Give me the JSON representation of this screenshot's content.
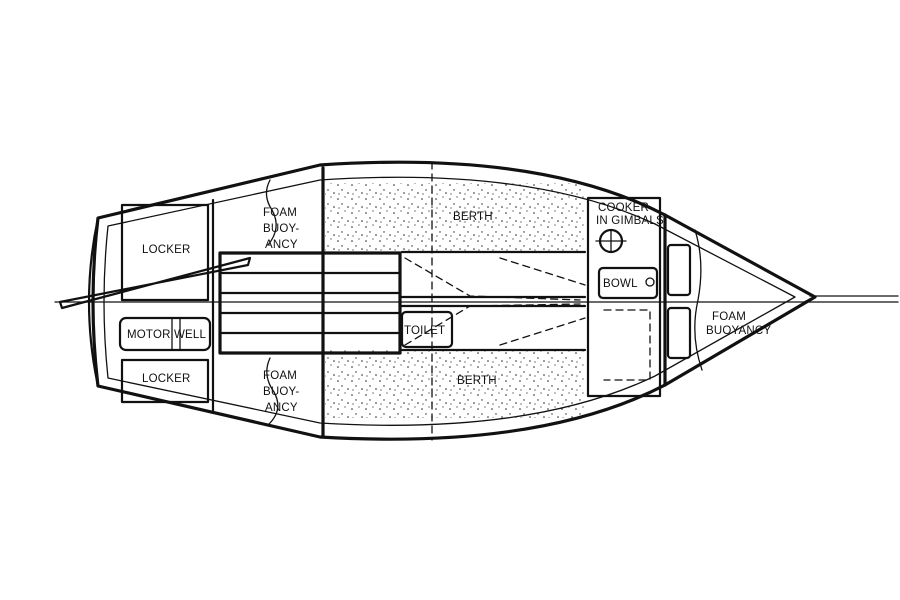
{
  "diagram": {
    "labels": {
      "locker_top": "LOCKER",
      "locker_bottom": "LOCKER",
      "motor_well": "MOTOR WELL",
      "foam_top_1": "FOAM",
      "foam_top_2": "BUOY-",
      "foam_top_3": "ANCY",
      "foam_bot_1": "FOAM",
      "foam_bot_2": "BUOY-",
      "foam_bot_3": "ANCY",
      "berth_top": "BERTH",
      "berth_bottom": "BERTH",
      "toilet": "TOILET",
      "cooker_1": "COOKER",
      "cooker_2": "IN GIMBALS",
      "bowl": "BOWL",
      "foam_bow_1": "FOAM",
      "foam_bow_2": "BUOYANCY"
    }
  }
}
